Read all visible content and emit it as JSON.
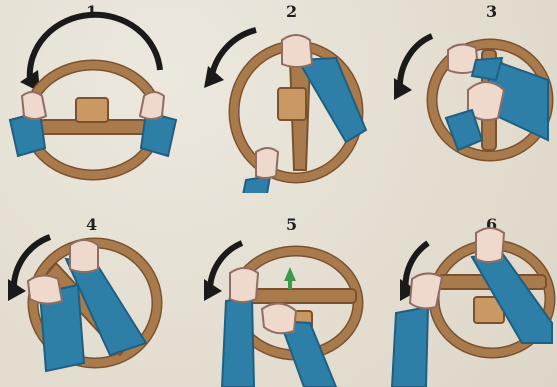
{
  "steps": [
    {
      "label": "1"
    },
    {
      "label": "2"
    },
    {
      "label": "3"
    },
    {
      "label": "4"
    },
    {
      "label": "5"
    },
    {
      "label": "6"
    }
  ],
  "colors": {
    "wheel": "#a97a4c",
    "wheel_dark": "#7a5230",
    "hub": "#c99863",
    "sleeve": "#2e7fa8",
    "sleeve_dark": "#1f5f82",
    "skin": "#efd8cc",
    "skin_line": "#8f6d62",
    "arrow": "#1a1a1a",
    "indicator": "#3a9a4a"
  }
}
